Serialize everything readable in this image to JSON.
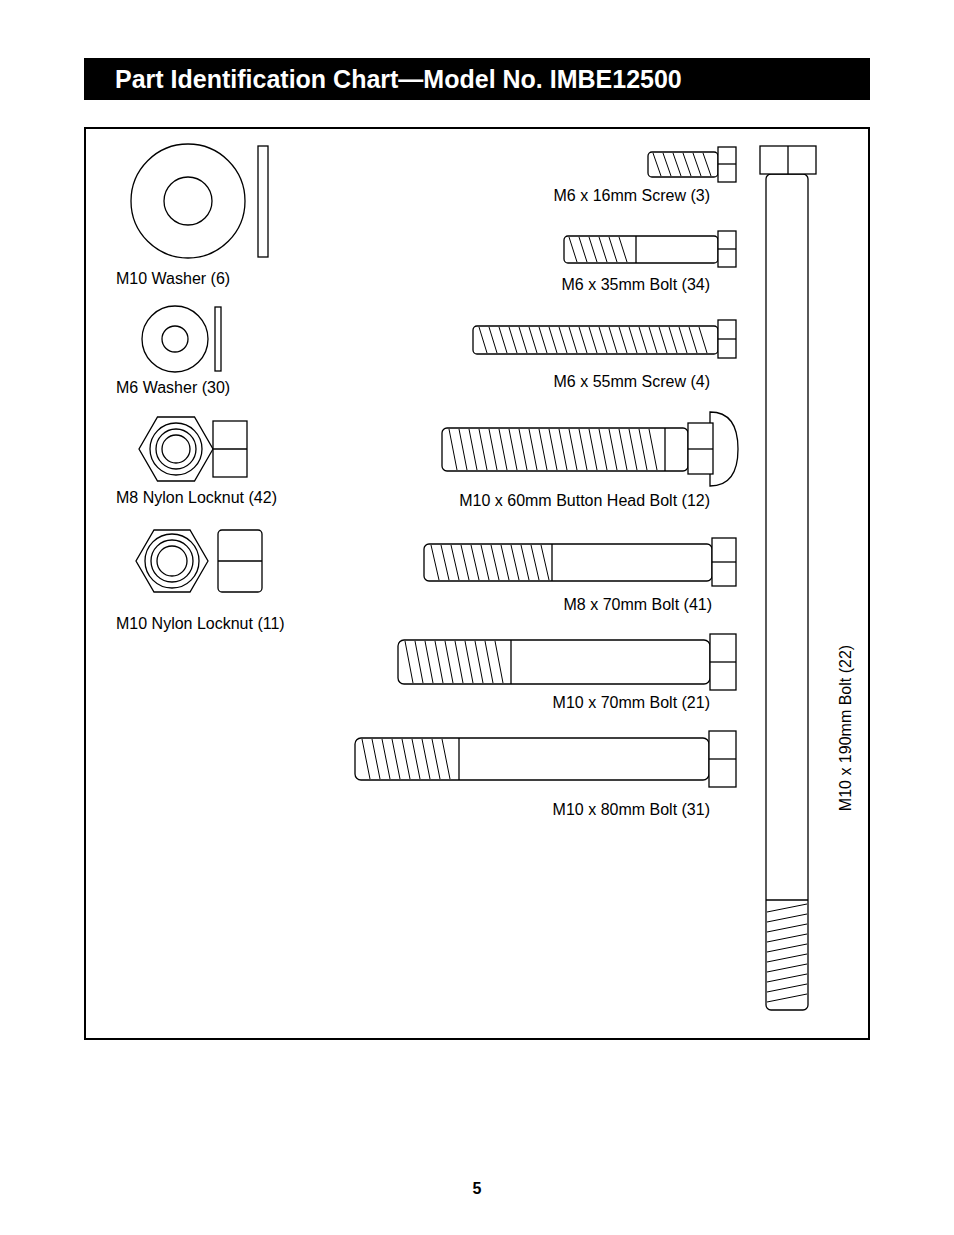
{
  "diagram": {
    "title": "Part Identification Chart—Model No. IMBE12500",
    "labels": [
      "M10 Washer (6)",
      "M6 Washer (30)",
      "M8 Nylon Locknut (42)",
      "M10 Nylon Locknut (11)",
      "M6 x 16mm Screw (3)",
      "M6 x 35mm Bolt (34)",
      "M6 x 55mm Screw (4)",
      "M10 x 60mm Button Head Bolt (12)",
      "M8 x 70mm Bolt (41)",
      "M10 x 70mm Bolt (21)",
      "M10 x 80mm Bolt (31)",
      "M10 x 190mm Bolt (22)",
      "5"
    ]
  }
}
